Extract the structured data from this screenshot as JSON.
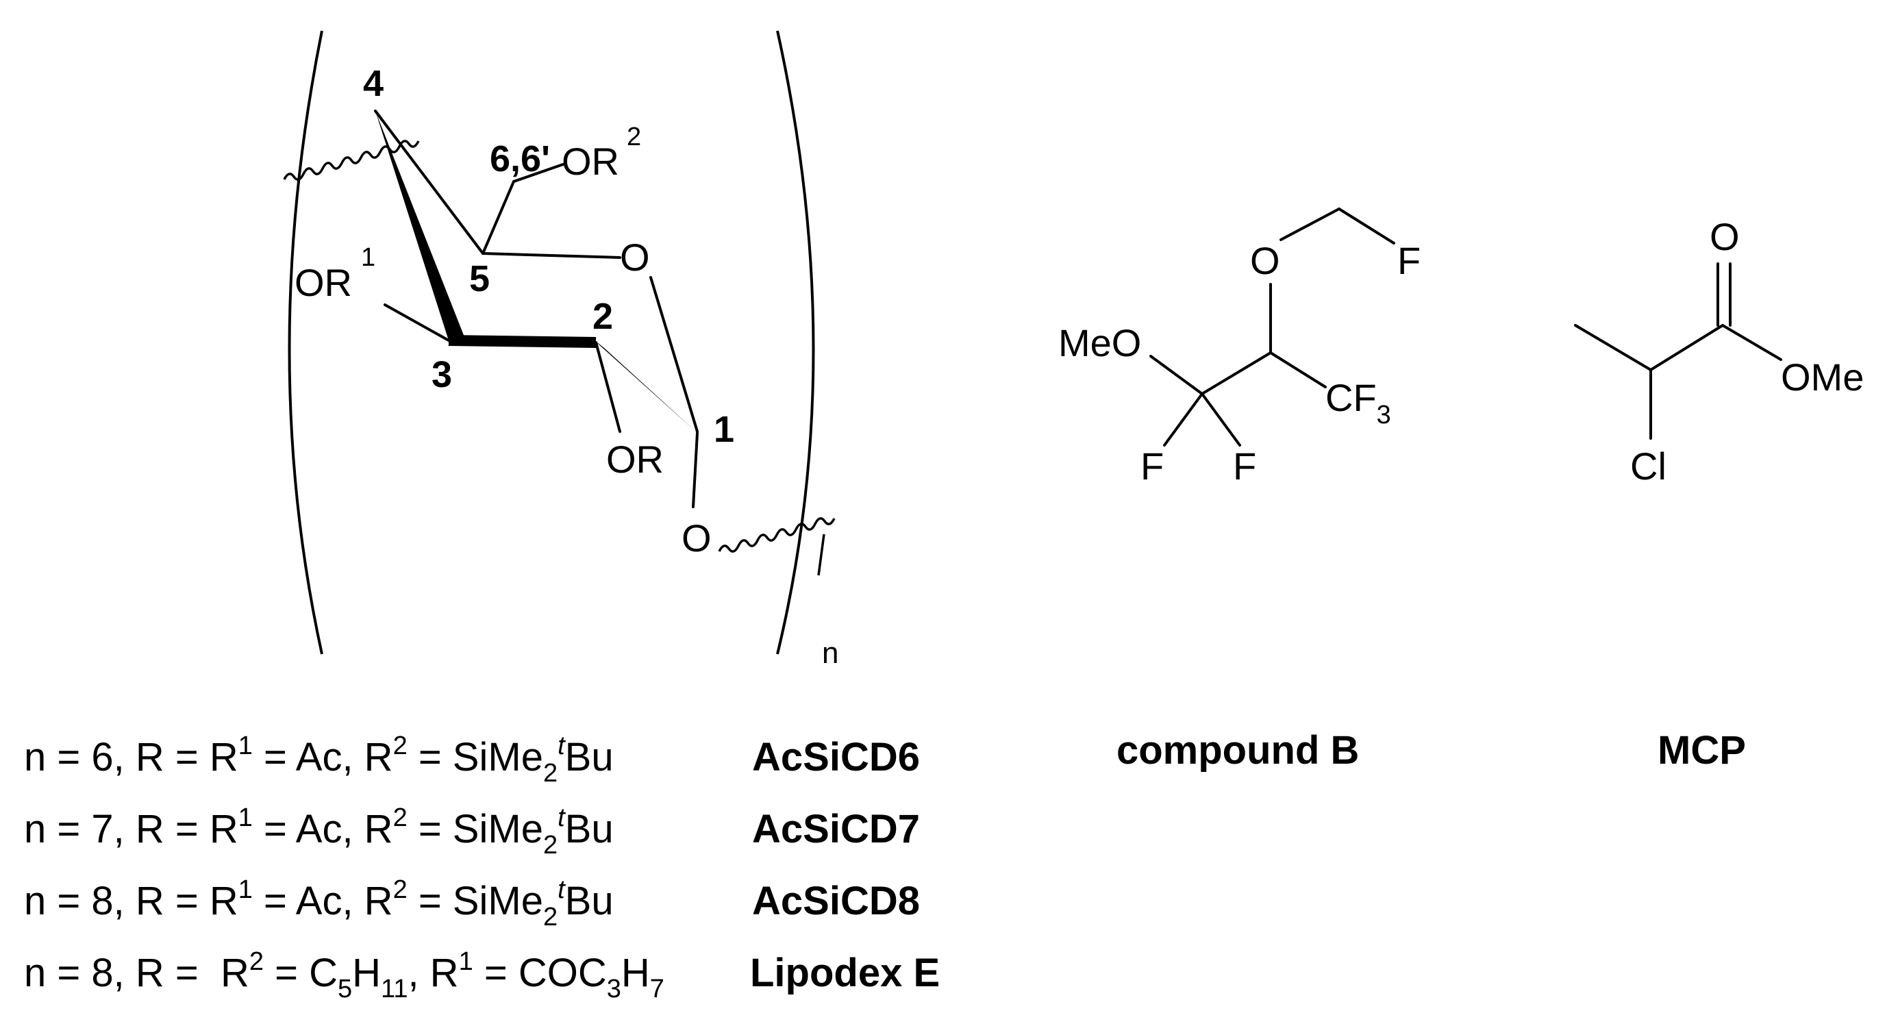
{
  "structure": {
    "atom_labels": {
      "ring_oxygen": "O",
      "c6_substituent": "OR",
      "c6_substituent_sup": "2",
      "c3_substituent": "OR",
      "c3_substituent_sup": "1",
      "c2_substituent": "OR",
      "glycosidic_oxygen": "O"
    },
    "position_numbers": {
      "c1": "1",
      "c2": "2",
      "c3": "3",
      "c4": "4",
      "c5": "5",
      "c6": "6,6'"
    },
    "repeat_subscript": "n"
  },
  "variants": [
    {
      "n": "n = 6, R = R",
      "sup1": "1",
      "mid": " = Ac, R",
      "sup2": "2",
      "mid2": " = SiMe",
      "sub": "2",
      "tbu_italic": "t",
      "tail": "Bu",
      "name": "AcSiCD6"
    },
    {
      "n": "n = 7, R = R",
      "sup1": "1",
      "mid": " = Ac, R",
      "sup2": "2",
      "mid2": " = SiMe",
      "sub": "2",
      "tbu_italic": "t",
      "tail": "Bu",
      "name": "AcSiCD7"
    },
    {
      "n": "n = 8, R = R",
      "sup1": "1",
      "mid": " = Ac, R",
      "sup2": "2",
      "mid2": " = SiMe",
      "sub": "2",
      "tbu_italic": "t",
      "tail": "Bu",
      "name": "AcSiCD8"
    },
    {
      "a": "n = 8, R =  R",
      "a_sup": "2",
      "b": " = C",
      "b_sub": "5",
      "c": "H",
      "c_sub": "11",
      "d": ", R",
      "d_sup": "1",
      "e": " = COC",
      "e_sub": "3",
      "f": "H",
      "f_sub": "7",
      "name": "Lipodex E"
    }
  ],
  "compound_b": {
    "labels": {
      "methoxy": "MeO",
      "ether_oxygen": "O",
      "fluoro_top": "F",
      "cf3_main": "CF",
      "cf3_sub": "3",
      "fluoro_left": "F",
      "fluoro_right": "F"
    },
    "caption": "compound B"
  },
  "mcp": {
    "labels": {
      "carbonyl_oxygen": "O",
      "ester": "OMe",
      "chloro": "Cl"
    },
    "caption": "MCP"
  }
}
